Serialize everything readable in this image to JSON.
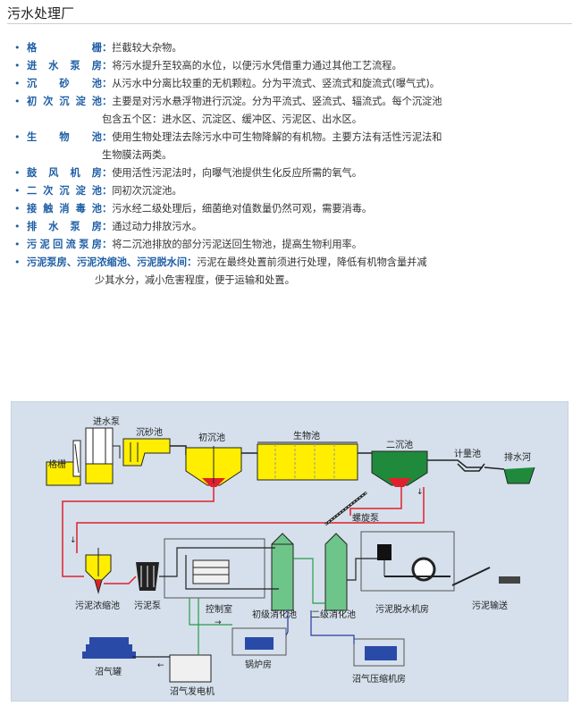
{
  "page_title": "污水处理厂",
  "items": [
    {
      "term": "格栅",
      "term_chars": [
        "格",
        "栅"
      ],
      "desc": "拦截较大杂物。"
    },
    {
      "term": "进水泵房",
      "term_chars": [
        "进",
        "水",
        "泵",
        "房"
      ],
      "desc": "将污水提升至较高的水位，以便污水凭借重力通过其他工艺流程。"
    },
    {
      "term": "沉砂池",
      "term_chars": [
        "沉",
        "砂",
        "池"
      ],
      "desc": "从污水中分离比较重的无机颗粒。分为平流式、竖流式和旋流式(曝气式)。"
    },
    {
      "term": "初次沉淀池",
      "term_chars": [
        "初",
        "次",
        "沉",
        "淀",
        "池"
      ],
      "desc": "主要是对污水悬浮物进行沉淀。分为平流式、竖流式、辐流式。每个沉淀池",
      "desc_cont": "包含五个区：进水区、沉淀区、缓冲区、污泥区、出水区。"
    },
    {
      "term": "生物池",
      "term_chars": [
        "生",
        "物",
        "池"
      ],
      "desc": "使用生物处理法去除污水中可生物降解的有机物。主要方法有活性污泥法和",
      "desc_cont": "生物膜法两类。"
    },
    {
      "term": "鼓风机房",
      "term_chars": [
        "鼓",
        "风",
        "机",
        "房"
      ],
      "desc": "使用活性污泥法时，向曝气池提供生化反应所需的氧气。"
    },
    {
      "term": "二次沉淀池",
      "term_chars": [
        "二",
        "次",
        "沉",
        "淀",
        "池"
      ],
      "desc": "同初次沉淀池。"
    },
    {
      "term": "接触消毒池",
      "term_chars": [
        "接",
        "触",
        "消",
        "毒",
        "池"
      ],
      "desc": "污水经二级处理后，细菌绝对值数量仍然可观，需要消毒。"
    },
    {
      "term": "排水泵房",
      "term_chars": [
        "排",
        "水",
        "泵",
        "房"
      ],
      "desc": "通过动力排放污水。"
    },
    {
      "term": "污泥回流泵房",
      "term_chars": [
        "污",
        "泥",
        "回",
        "流",
        "泵",
        "房"
      ],
      "desc": "将二沉池排放的部分污泥送回生物池，提高生物利用率。"
    },
    {
      "term": "污泥泵房、污泥浓缩池、污泥脱水间",
      "desc": "污泥在最终处置前须进行处理，降低有机物含量并减",
      "desc_cont": "少其水分，减小危害程度，便于运输和处置。"
    }
  ],
  "diagram": {
    "labels": {
      "jinshuibeng": "进水泵",
      "chenshachi": "沉砂池",
      "chuchenchi": "初沉池",
      "shengwuchi": "生物池",
      "erchenchi": "二沉池",
      "jiliangchi": "计量池",
      "paishuihe": "排水河",
      "gezha": "格栅",
      "luoxuanbeng": "螺旋泵",
      "wuninongsuochi": "污泥浓缩池",
      "wunibeng": "污泥泵",
      "kongzhishi": "控制室",
      "chujixiaohuachi": "初级消化池",
      "erjixiaohuachi": "二级消化池",
      "wunituoshuijifang": "污泥脱水机房",
      "wunishusong": "污泥输送",
      "zhaoqiguan": "沼气罐",
      "guolufang": "锅炉房",
      "zhaoqiyasuojifang": "沼气压缩机房",
      "zhaoqifadianji": "沼气发电机"
    },
    "colors": {
      "background": "#d5e0ec",
      "tank_yellow": "#ffee00",
      "tank_green": "#1f8a3c",
      "digester_green": "#6ec58a",
      "sludge_red": "#e0202c",
      "pipe_red": "#e0202c",
      "pipe_green": "#2a9a4a",
      "pipe_blue": "#2a3a9a",
      "pipe_dark": "#222222",
      "equipment_blue": "#2a4aa8"
    }
  }
}
